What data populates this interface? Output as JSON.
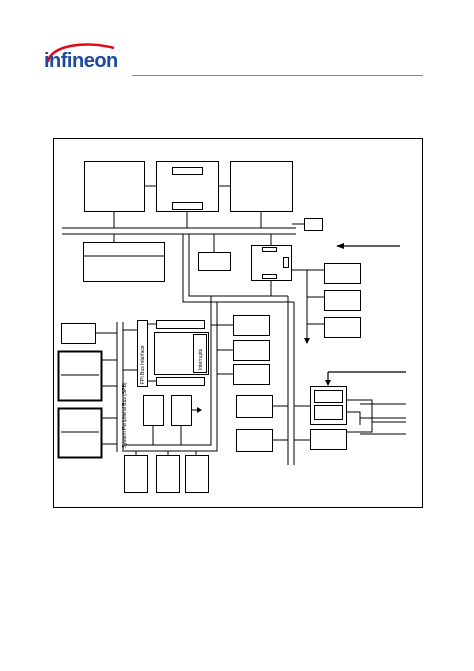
{
  "logo": {
    "text": "infineon",
    "brand_color": "#1d4a9c",
    "swoosh_color": "#e30613"
  },
  "diagram": {
    "labels": {
      "system_peripheral_bus": "System Peripheral Bus (SPB)",
      "fpi_bus_interface": "FPI Bus Interface",
      "interrupts": "Interrupts"
    }
  }
}
